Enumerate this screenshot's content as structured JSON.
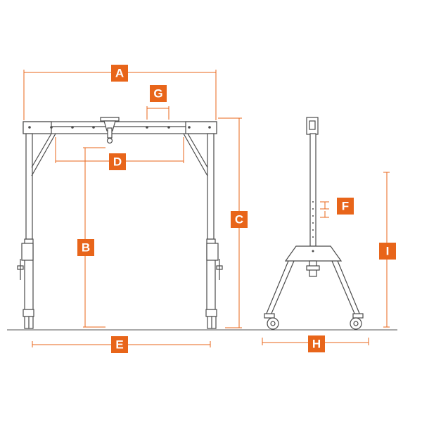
{
  "colors": {
    "accent": "#e8651a",
    "line": "#4a4a4a",
    "background": "#ffffff"
  },
  "labels": {
    "A": "A",
    "B": "B",
    "C": "C",
    "D": "D",
    "E": "E",
    "F": "F",
    "G": "G",
    "H": "H",
    "I": "I"
  }
}
